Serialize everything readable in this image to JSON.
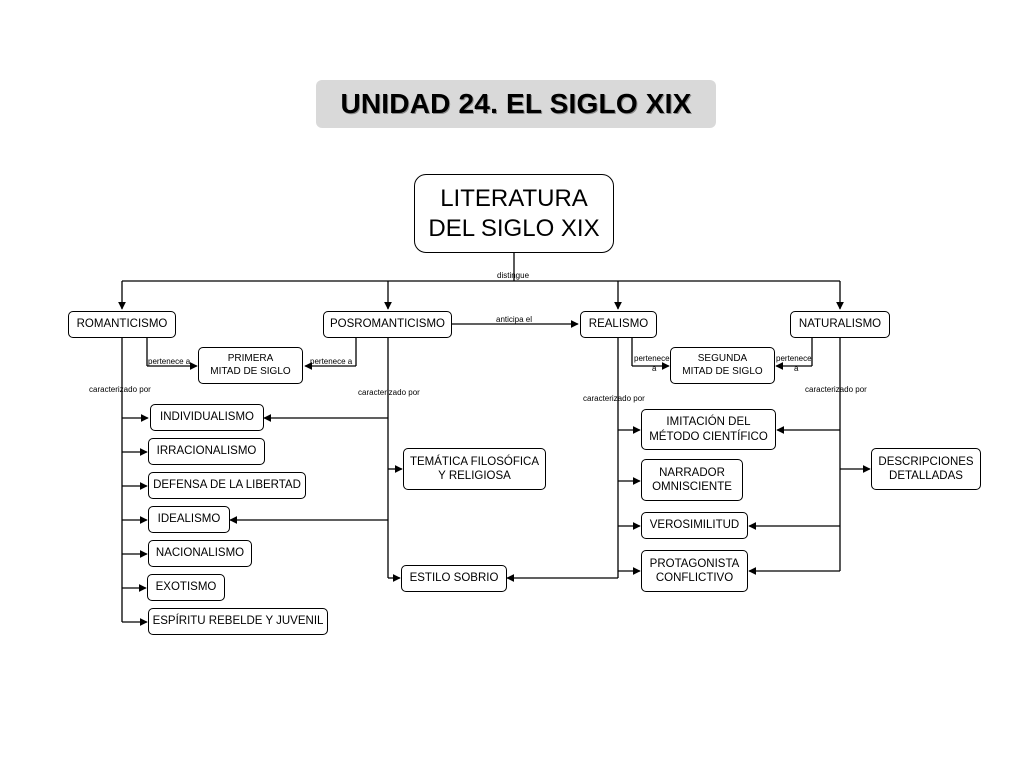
{
  "title": "UNIDAD 24. EL SIGLO XIX",
  "nodes": {
    "literatura": {
      "line1": "LITERATURA",
      "line2": "DEL SIGLO XIX"
    },
    "romanticismo": "ROMANTICISMO",
    "posromanticismo": "POSROMANTICISMO",
    "realismo": "REALISMO",
    "naturalismo": "NATURALISMO",
    "primera_mitad": {
      "line1": "PRIMERA",
      "line2": "MITAD DE SIGLO"
    },
    "segunda_mitad": {
      "line1": "SEGUNDA",
      "line2": "MITAD DE SIGLO"
    },
    "romanticismo_traits": [
      "INDIVIDUALISMO",
      "IRRACIONALISMO",
      "DEFENSA DE LA LIBERTAD",
      "IDEALISMO",
      "NACIONALISMO",
      "EXOTISMO",
      "ESPÍRITU REBELDE Y JUVENIL"
    ],
    "tematica": {
      "line1": "TEMÁTICA FILOSÓFICA",
      "line2": "Y RELIGIOSA"
    },
    "estilo_sobrio": "ESTILO SOBRIO",
    "imitacion": {
      "line1": "IMITACIÓN DEL",
      "line2": "MÉTODO CIENTÍFICO"
    },
    "narrador": {
      "line1": "NARRADOR",
      "line2": "OMNISCIENTE"
    },
    "verosimilitud": "VEROSIMILITUD",
    "protagonista": {
      "line1": "PROTAGONISTA",
      "line2": "CONFLICTIVO"
    },
    "descripciones": {
      "line1": "DESCRIPCIONES",
      "line2": "DETALLADAS"
    }
  },
  "links": {
    "distingue": "distingue",
    "anticipa_el": "anticipa el",
    "pertenece_a_1": "pertenece a",
    "pertenece_a_2": "pertenece a",
    "pertenece_3a": "pertenece",
    "pertenece_3b": "a",
    "pertenece_4a": "pertenece",
    "pertenece_4b": "a",
    "caracterizado_1": "caracterizado por",
    "caracterizado_2": "caracterizado por",
    "caracterizado_3": "caracterizado por",
    "caracterizado_4": "caracterizado por"
  }
}
